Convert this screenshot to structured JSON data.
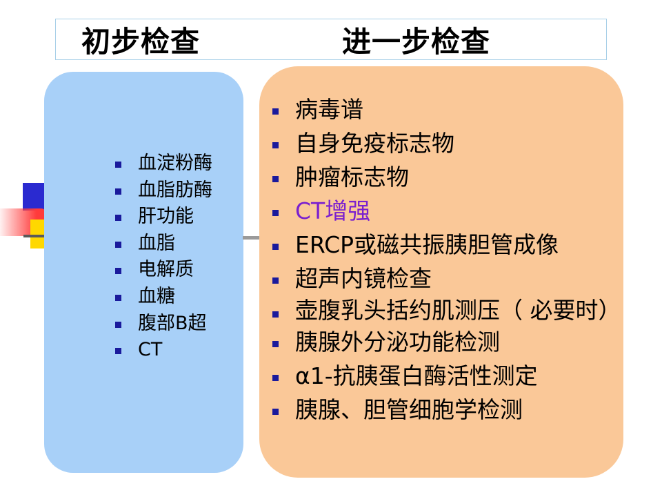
{
  "header": {
    "left_title": "初步检查",
    "right_title": "进一步检查"
  },
  "initial_exams": [
    "血淀粉酶",
    "血脂肪酶",
    "肝功能",
    "血脂",
    "电解质",
    "血糖",
    "腹部B超",
    "CT"
  ],
  "further_exams": [
    {
      "text": "病毒谱",
      "color": "#000000"
    },
    {
      "text": "自身免疫标志物",
      "color": "#000000"
    },
    {
      "text": "肿瘤标志物",
      "color": "#000000"
    },
    {
      "text": "CT增强",
      "color": "#7a1fcf"
    },
    {
      "text": "ERCP或磁共振胰胆管成像",
      "color": "#000000"
    },
    {
      "text": "超声内镜检查",
      "color": "#000000"
    },
    {
      "text": "壶腹乳头括约肌测压（ 必要时）",
      "color": "#000000"
    },
    {
      "text": "胰腺外分泌功能检测",
      "color": "#000000"
    },
    {
      "text": "α1-抗胰蛋白酶活性测定",
      "color": "#000000"
    },
    {
      "text": "胰腺、胆管细胞学检测",
      "color": "#000000"
    }
  ],
  "colors": {
    "left_panel": "#a8d0f8",
    "right_panel": "#fac898",
    "bullet": "#1a1a9c"
  }
}
